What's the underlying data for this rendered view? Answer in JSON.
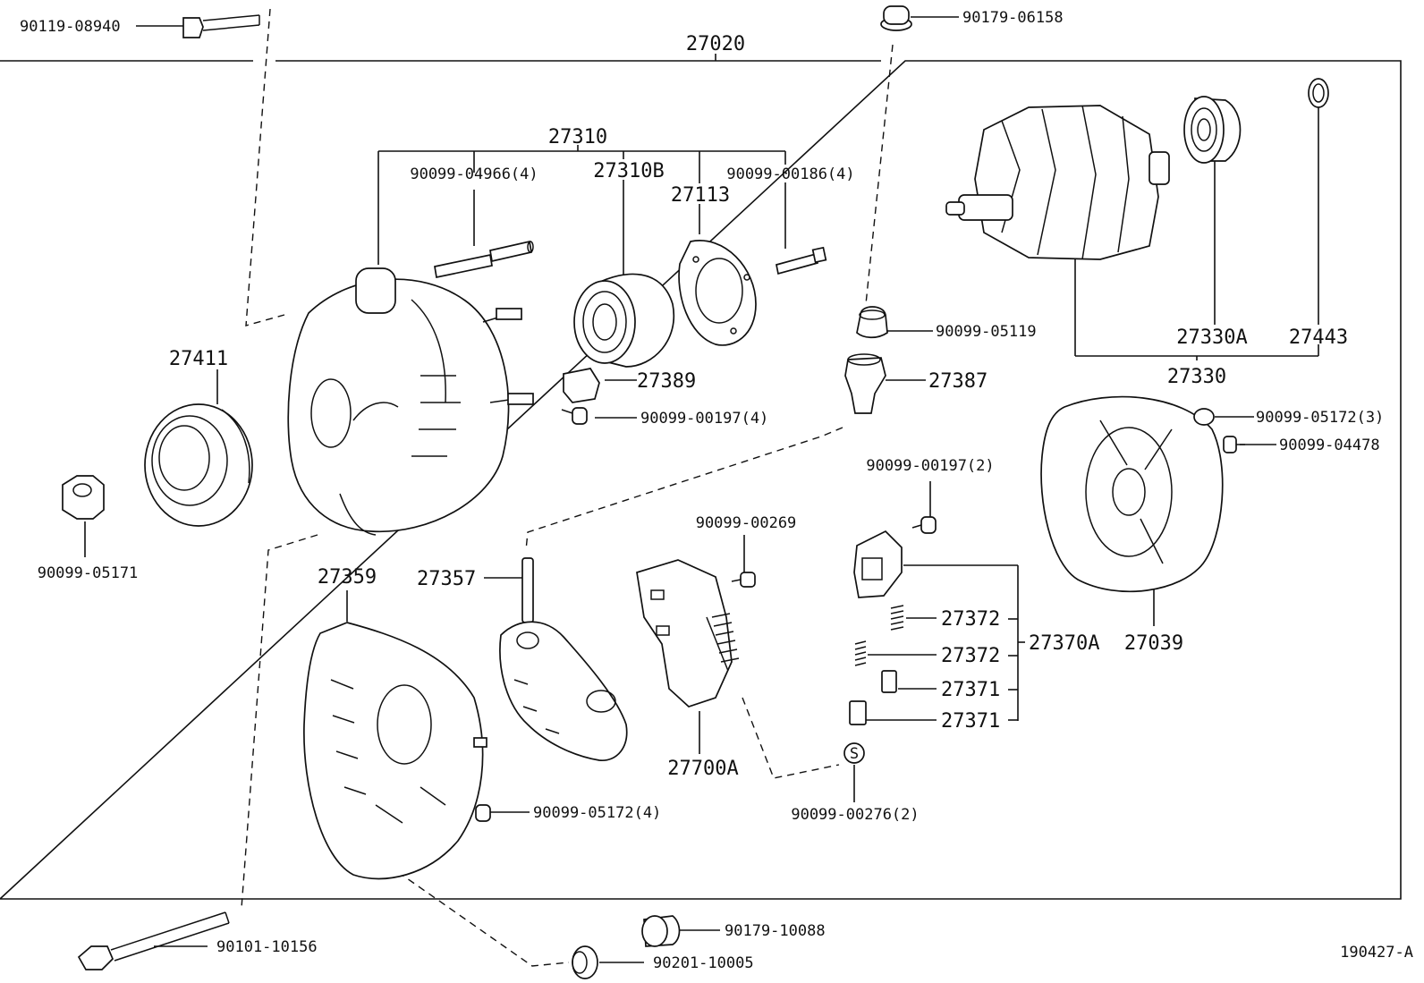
{
  "diagram": {
    "assembly": "27020",
    "ref_code": "190427-A",
    "callouts": {
      "c_90119_08940": "90119-08940",
      "c_90179_06158": "90179-06158",
      "c_27310": "27310",
      "c_90099_04966": "90099-04966(4)",
      "c_27310B": "27310B",
      "c_27113": "27113",
      "c_90099_00186": "90099-00186(4)",
      "c_27411": "27411",
      "c_27389": "27389",
      "c_90099_00197_4": "90099-00197(4)",
      "c_90099_05119": "90099-05119",
      "c_27387": "27387",
      "c_27330A": "27330A",
      "c_27443": "27443",
      "c_27330": "27330",
      "c_90099_05172_3": "90099-05172(3)",
      "c_90099_04478": "90099-04478",
      "c_90099_00197_2": "90099-00197(2)",
      "c_90099_05171": "90099-05171",
      "c_90099_00269": "90099-00269",
      "c_27359": "27359",
      "c_27357": "27357",
      "c_27372_a": "27372",
      "c_27372_b": "27372",
      "c_27370A": "27370A",
      "c_27371_a": "27371",
      "c_27371_b": "27371",
      "c_27039": "27039",
      "c_27700A": "27700A",
      "c_90099_05172_4": "90099-05172(4)",
      "c_90099_00276": "90099-00276(2)",
      "c_90179_10088": "90179-10088",
      "c_90101_10156": "90101-10156",
      "c_90201_10005": "90201-10005",
      "s_mark": "S"
    }
  }
}
